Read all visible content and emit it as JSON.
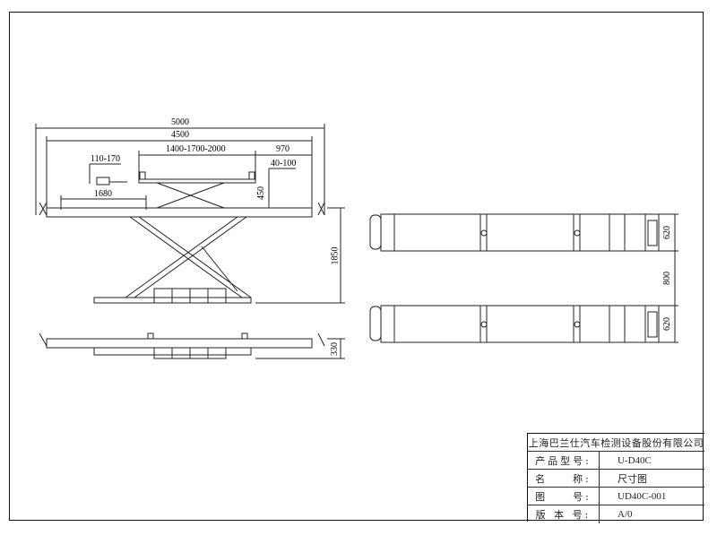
{
  "side_view": {
    "dims": {
      "overall_length": "5000",
      "platform_length": "4500",
      "pad_spacing": "1400-1700-2000",
      "front_offset": "970",
      "pad_height_adjust": "40-100",
      "jack_height": "110-170",
      "ramp_length": "1680",
      "jack_lift": "450",
      "max_height": "1850",
      "min_height": "330"
    }
  },
  "top_view": {
    "dims": {
      "platform_width_top": "620",
      "gap": "800",
      "platform_width_bottom": "620"
    }
  },
  "title_block": {
    "company": "上海巴兰仕汽车检测设备股份有限公司",
    "rows": [
      {
        "label": "产品型号:",
        "value": "U-D40C"
      },
      {
        "label": "名　　称:",
        "value": "尺寸图"
      },
      {
        "label": "图　　号:",
        "value": "UD40C-001"
      },
      {
        "label": "版 本 号:",
        "value": "A/0"
      }
    ]
  }
}
